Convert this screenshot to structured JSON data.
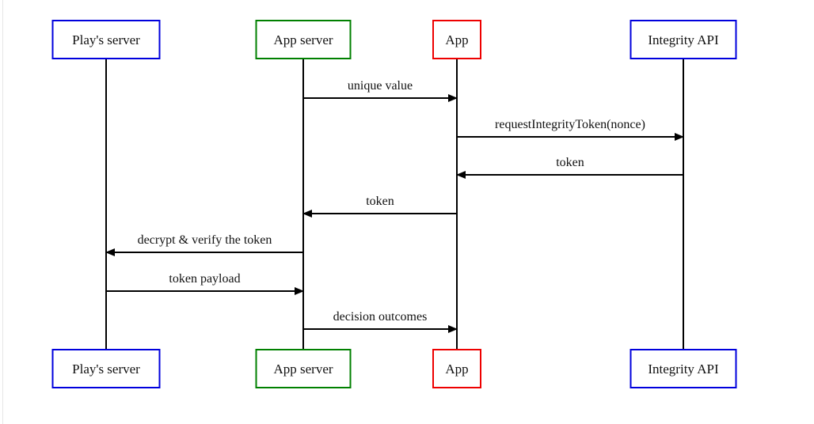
{
  "participants": [
    {
      "id": "play",
      "label": "Play's server",
      "color": "#0000dd"
    },
    {
      "id": "appserver",
      "label": "App server",
      "color": "#008000"
    },
    {
      "id": "app",
      "label": "App",
      "color": "#ee0000"
    },
    {
      "id": "integrity",
      "label": "Integrity API",
      "color": "#0000dd"
    }
  ],
  "messages": [
    {
      "from": "appserver",
      "to": "app",
      "label": "unique value"
    },
    {
      "from": "app",
      "to": "integrity",
      "label": "requestIntegrityToken(nonce)"
    },
    {
      "from": "integrity",
      "to": "app",
      "label": "token"
    },
    {
      "from": "app",
      "to": "appserver",
      "label": "token"
    },
    {
      "from": "appserver",
      "to": "play",
      "label": "decrypt & verify the token"
    },
    {
      "from": "play",
      "to": "appserver",
      "label": "token payload"
    },
    {
      "from": "appserver",
      "to": "app",
      "label": "decision outcomes"
    }
  ]
}
